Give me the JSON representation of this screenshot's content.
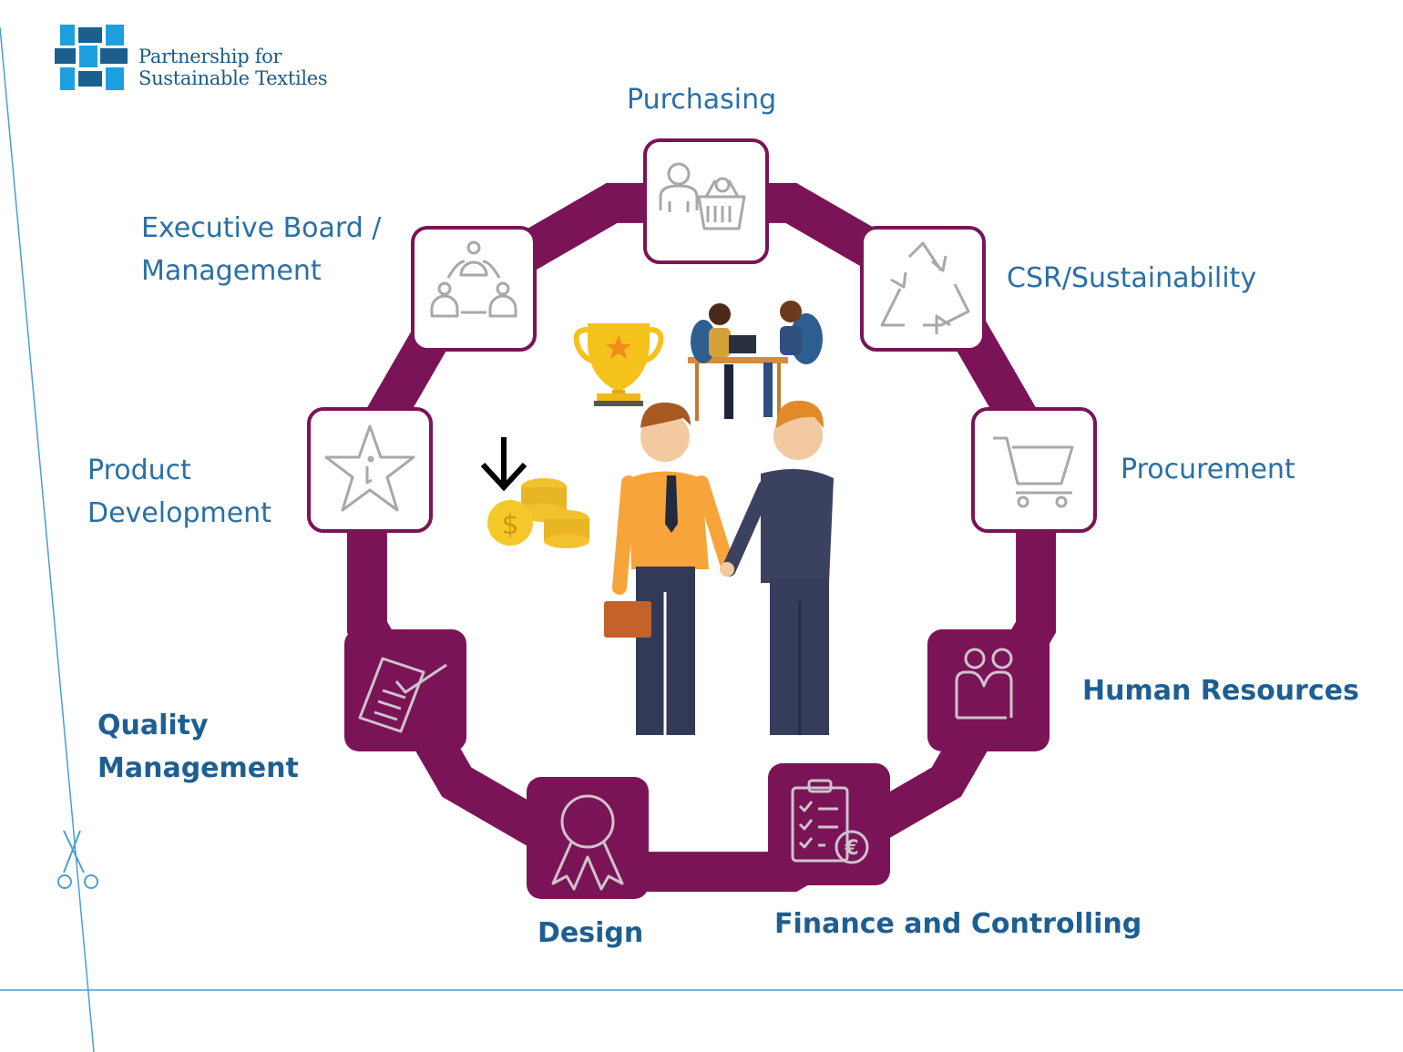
{
  "logo": {
    "line1": "Partnership for",
    "line2": "Sustainable Textiles"
  },
  "colors": {
    "ring": "#7a1457",
    "label": "#2a6fa5",
    "label_bold": "#1e5f92",
    "logo_light": "#1ea0e0",
    "logo_dark": "#1a5f8e",
    "icon_gray": "#a8a8a8",
    "guide_line": "#4a9fd0"
  },
  "departments": [
    {
      "name": "Purchasing",
      "icon": "buyer-basket-icon",
      "style": "outline"
    },
    {
      "name": "CSR/Sustainability",
      "icon": "recycle-icon",
      "style": "outline"
    },
    {
      "name": "Procurement",
      "icon": "shopping-cart-icon",
      "style": "outline"
    },
    {
      "name": "Human Resources",
      "icon": "people-icon",
      "style": "filled"
    },
    {
      "name": "Finance and Controlling",
      "icon": "clipboard-euro-icon",
      "style": "filled"
    },
    {
      "name": "Design",
      "icon": "award-ribbon-icon",
      "style": "filled"
    },
    {
      "name": "Quality Management",
      "icon": "checked-document-icon",
      "style": "filled"
    },
    {
      "name": "Product Development",
      "icon": "star-info-icon",
      "style": "outline"
    },
    {
      "name": "Executive Board / Management",
      "icon": "team-circle-icon",
      "style": "outline"
    }
  ],
  "labels": {
    "purchasing": "Purchasing",
    "csr": "CSR/Sustainability",
    "procurement": "Procurement",
    "hr": "Human Resources",
    "finance": "Finance and Controlling",
    "design": "Design",
    "quality_1": "Quality",
    "quality_2": "Management",
    "product_1": "Product",
    "product_2": "Development",
    "exec_1": "Executive Board /",
    "exec_2": "Management"
  },
  "center": {
    "icons": [
      "trophy-icon",
      "meeting-icon",
      "coins-down-icon",
      "handshake-icon"
    ],
    "coin_symbol": "$"
  }
}
